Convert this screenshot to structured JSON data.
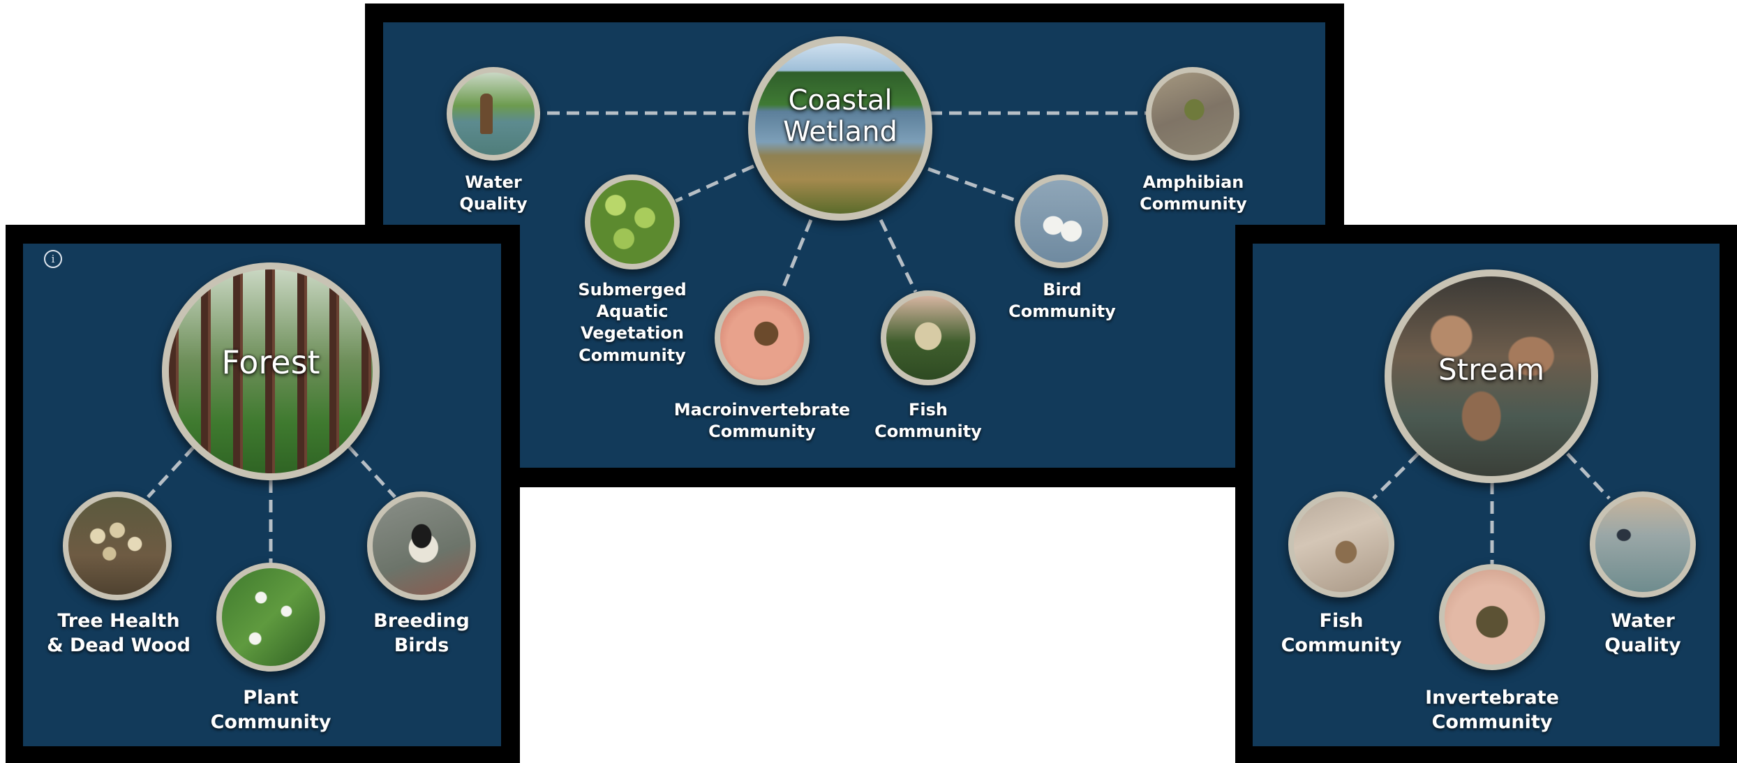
{
  "wetland": {
    "hub_title_1": "Coastal",
    "hub_title_2": "Wetland",
    "nodes": {
      "water_quality": [
        "Water",
        "Quality"
      ],
      "sav": [
        "Submerged",
        "Aquatic",
        "Vegetation",
        "Community"
      ],
      "macro": [
        "Macroinvertebrate",
        "Community"
      ],
      "fish": [
        "Fish",
        "Community"
      ],
      "bird": [
        "Bird",
        "Community"
      ],
      "amphibian": [
        "Amphibian",
        "Community"
      ]
    }
  },
  "forest": {
    "info_icon": "info-icon",
    "hub_title": "Forest",
    "nodes": {
      "tree_health": [
        "Tree Health",
        "& Dead Wood"
      ],
      "plant": [
        "Plant",
        "Community"
      ],
      "birds": [
        "Breeding",
        "Birds"
      ]
    }
  },
  "stream": {
    "hub_title": "Stream",
    "nodes": {
      "fish": [
        "Fish",
        "Community"
      ],
      "invertebrate": [
        "Invertebrate",
        "Community"
      ],
      "water_quality": [
        "Water",
        "Quality"
      ]
    }
  },
  "colors": {
    "panel_bg": "#123a5a",
    "frame": "#000000",
    "circle_border": "#c8c3b4",
    "connector": "#b7bfc6",
    "text": "#ffffff"
  }
}
